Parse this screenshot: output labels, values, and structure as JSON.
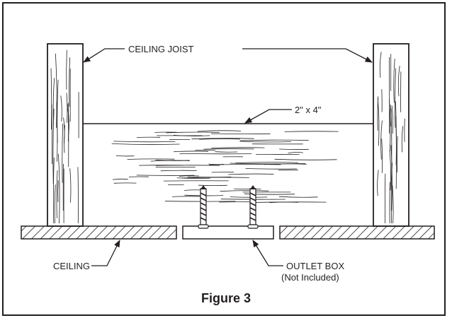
{
  "labels": {
    "ceiling_joist": "CEILING JOIST",
    "two_by_four": "2\" x 4\"",
    "ceiling": "CEILING",
    "outlet_box": "OUTLET BOX",
    "outlet_box_note": "(Not Included)"
  },
  "caption": "Figure 3",
  "colors": {
    "ink": "#231f20",
    "background": "#ffffff"
  }
}
